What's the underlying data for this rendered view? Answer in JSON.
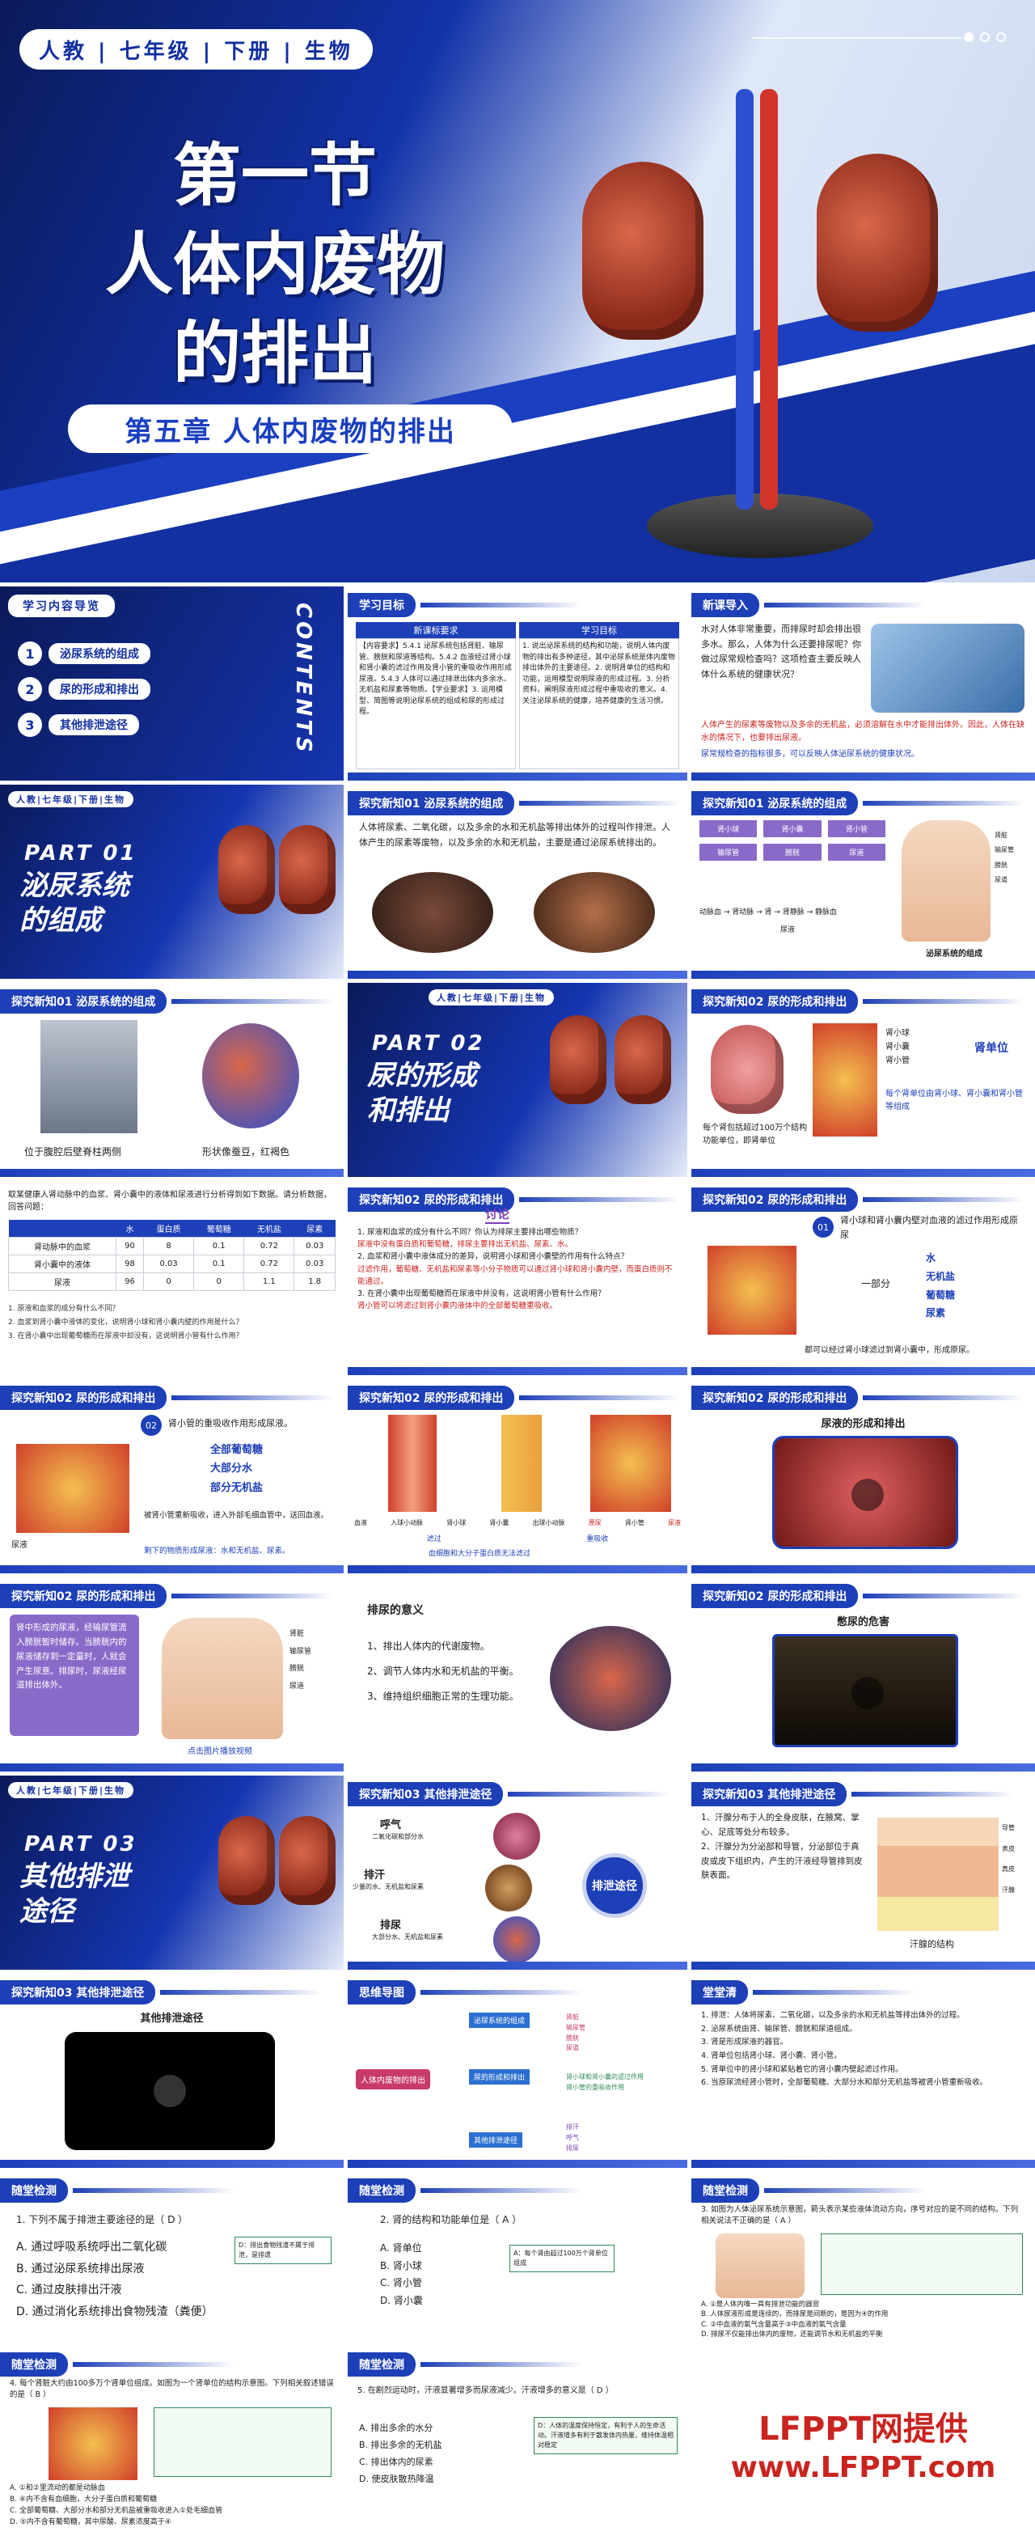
{
  "hero": {
    "tag": "人教 | 七年级 | 下册 | 生物",
    "title_line1": "第一节",
    "title_line2": "人体内废物",
    "title_line3": "的排出",
    "chapter": "第五章  人体内废物的排出"
  },
  "contents": {
    "heading": "学习内容导览",
    "vertical": "CONTENTS",
    "items": [
      {
        "num": "1",
        "label": "泌尿系统的组成"
      },
      {
        "num": "2",
        "label": "尿的形成和排出"
      },
      {
        "num": "3",
        "label": "其他排泄途径"
      }
    ]
  },
  "goals": {
    "tab": "学习目标",
    "col1": "新课标要求",
    "col2": "学习目标",
    "left": "【内容要求】5.4.1 泌尿系统包括肾脏、输尿管、膀胱和尿道等结构。5.4.2 血液经过肾小球和肾小囊的滤过作用及肾小管的重吸收作用形成尿液。5.4.3 人体可以通过排泄出体内多余水、无机盐和尿素等物质。【学业要求】3. 运用模型、简图等说明泌尿系统的组成和尿的形成过程。",
    "right": "1. 说出泌尿系统的结构和功能，说明人体内废物的排出有多种途径，其中泌尿系统是体内废物排出体外的主要途径。2. 说明肾单位的结构和功能，运用模型说明尿液的形成过程。3. 分析资料，阐明尿液形成过程中重吸收的意义。4. 关注泌尿系统的健康，培养健康的生活习惯。"
  },
  "intro": {
    "tab": "新课导入",
    "p1": "水对人体非常重要，而排尿时却会排出很多水。那么，人体为什么还要排尿呢？你做过尿常规检查吗？这项检查主要反映人体什么系统的健康状况？",
    "p2": "人体产生的尿素等废物以及多余的无机盐，必须溶解在水中才能排出体外。因此，人体在缺水的情况下，也要排出尿液。",
    "p3": "尿常规检查的指标很多，可以反映人体泌尿系统的健康状况。"
  },
  "part1": {
    "tag": "人教|七年级|下册|生物",
    "num": "PART 01",
    "title1": "泌尿系统",
    "title2": "的组成"
  },
  "s5": {
    "tab": "探究新知01  泌尿系统的组成",
    "text": "人体将尿素、二氧化碳，以及多余的水和无机盐等排出体外的过程叫作排泄。人体产生的尿素等废物，以及多余的水和无机盐，主要是通过泌尿系统排出的。"
  },
  "s6": {
    "tab": "探究新知01  泌尿系统的组成",
    "boxes": [
      "肾小球",
      "肾小囊",
      "肾小管",
      "输尿管",
      "膀胱",
      "尿道"
    ],
    "labels": [
      "肾脏",
      "输尿管",
      "膀胱",
      "尿道"
    ],
    "flow": "动脉血 → 肾动脉 → 肾 → 肾静脉 → 静脉血",
    "urine": "尿液",
    "caption": "泌尿系统的组成"
  },
  "s7": {
    "tab": "探究新知01  泌尿系统的组成",
    "cap1": "位于腹腔后壁脊柱两侧",
    "cap2": "形状像蚕豆，红褐色"
  },
  "part2": {
    "tag": "人教|七年级|下册|生物",
    "num": "PART 02",
    "title1": "尿的形成",
    "title2": "和排出"
  },
  "s9": {
    "tab": "探究新知02  尿的形成和排出",
    "labels": [
      "肾小球",
      "肾小囊",
      "肾小管"
    ],
    "unit": "肾单位",
    "cap": "每个肾包括超过100万个结构功能单位，即肾单位",
    "cap2": "每个肾单位由肾小球、肾小囊和肾小管等组成"
  },
  "s10": {
    "tab": "探究新知02  尿的形成和排出",
    "intro": "取某健康人肾动脉中的血浆、肾小囊中的液体和尿液进行分析得到如下数据。请分析数据，回答问题：",
    "headers": [
      "",
      "水",
      "蛋白质",
      "葡萄糖",
      "无机盐",
      "尿素"
    ],
    "rows": [
      [
        "肾动脉中的血浆",
        "90",
        "8",
        "0.1",
        "0.72",
        "0.03"
      ],
      [
        "肾小囊中的液体",
        "98",
        "0.03",
        "0.1",
        "0.72",
        "0.03"
      ],
      [
        "尿液",
        "96",
        "0",
        "0",
        "1.1",
        "1.8"
      ]
    ],
    "q1": "1. 原液和血浆的成分有什么不同？",
    "q2": "2. 血浆到肾小囊中液体的变化，说明肾小球和肾小囊内壁的作用是什么？",
    "q3": "3. 在肾小囊中出现葡萄糖而在尿液中却没有，这说明肾小管有什么作用？"
  },
  "s11": {
    "tab": "探究新知02  尿的形成和排出",
    "disc": "讨论",
    "q1": "1. 尿液和血浆的成分有什么不同？你认为排尿主要排出哪些物质？",
    "a1": "尿液中没有蛋白质和葡萄糖，排尿主要排出无机盐、尿素、水。",
    "q2": "2. 血浆和肾小囊中液体成分的差异，说明肾小球和肾小囊壁的作用有什么特点？",
    "a2": "过滤作用，葡萄糖、无机盐和尿素等小分子物质可以通过肾小球和肾小囊内壁，而蛋白质则不能通过。",
    "q3": "3. 在肾小囊中出现葡萄糖而在尿液中并没有，这说明肾小管有什么作用？",
    "a3": "肾小管可以将滤过到肾小囊内液体中的全部葡萄糖重吸收。"
  },
  "s12": {
    "tab": "探究新知02  尿的形成和排出",
    "num": "01",
    "text": "肾小球和肾小囊内壁对血液的滤过作用形成原尿",
    "part": "一部分",
    "items": [
      "水",
      "无机盐",
      "葡萄糖",
      "尿素"
    ],
    "foot": "都可以经过肾小球滤过到肾小囊中，形成原尿。"
  },
  "s13": {
    "tab": "探究新知02  尿的形成和排出",
    "num": "02",
    "text": "肾小管的重吸收作用形成尿液。",
    "items": [
      "全部葡萄糖",
      "大部分水",
      "部分无机盐"
    ],
    "foot": "被肾小管重新吸收，进入外部毛细血管中，送回血液。",
    "foot2": "剩下的物质形成尿液：水和无机盐、尿素。",
    "label_urine": "尿液"
  },
  "s14": {
    "tab": "探究新知02  尿的形成和排出",
    "labels": [
      "血液",
      "入球小动脉",
      "肾小球",
      "肾小囊",
      "出球小动脉",
      "原尿",
      "肾小管",
      "尿液",
      "滤过",
      "重吸收"
    ],
    "note": "血细胞和大分子蛋白质无法滤过"
  },
  "s15": {
    "tab": "探究新知02  尿的形成和排出",
    "title": "尿液的形成和排出"
  },
  "s16": {
    "tab": "探究新知02  尿的形成和排出",
    "text": "肾中形成的尿液，经输尿管流入膀胱暂时储存。当膀胱内的尿液储存到一定量时，人就会产生尿意。排尿时，尿液经尿道排出体外。",
    "labels": [
      "肾脏",
      "输尿管",
      "膀胱",
      "尿道"
    ],
    "link": "点击图片播放视频"
  },
  "s17": {
    "tab": "探究新知02  尿的形成和排出",
    "title": "排尿的意义",
    "items": [
      "1、排出人体内的代谢废物。",
      "2、调节人体内水和无机盐的平衡。",
      "3、维持组织细胞正常的生理功能。"
    ]
  },
  "s18": {
    "tab": "探究新知02  尿的形成和排出",
    "title": "憋尿的危害"
  },
  "part3": {
    "tag": "人教|七年级|下册|生物",
    "num": "PART 03",
    "title1": "其他排泄",
    "title2": "途径"
  },
  "s20": {
    "tab": "探究新知03  其他排泄途径",
    "center": "排泄途径",
    "w1": "呼气",
    "w1s": "二氧化碳和部分水",
    "w2": "排汗",
    "w2s": "少量的水、无机盐和尿素",
    "w3": "排尿",
    "w3s": "大部分水、无机盐和尿素"
  },
  "s21": {
    "tab": "探究新知03  其他排泄途径",
    "p1": "1、汗腺分布于人的全身皮肤，在腋窝、掌心、足底等处分布较多。",
    "p2": "2、汗腺分为分泌部和导管，分泌部位于真皮或皮下组织内，产生的汗液经导管排到皮肤表面。",
    "cap": "汗腺的结构",
    "labels": [
      "导管",
      "表皮",
      "真皮",
      "汗腺"
    ]
  },
  "s22": {
    "tab": "探究新知03  其他排泄途径",
    "title": "其他排泄途径"
  },
  "s23": {
    "tab": "思维导图",
    "center": "人体内废物的排出",
    "nodes": [
      "泌尿系统的组成",
      "尿的形成和排出",
      "其他排泄途径",
      "肾脏",
      "输尿管",
      "膀胱",
      "尿道",
      "肾小球和肾小囊的滤过作用",
      "肾小管的重吸收作用",
      "排汗",
      "呼气",
      "排尿"
    ]
  },
  "s24": {
    "tab": "堂堂清",
    "lines": [
      "1. 排泄：人体将尿素、二氧化碳，以及多余的水和无机盐等排出体外的过程。",
      "2. 泌尿系统由肾、输尿管、膀胱和尿道组成。",
      "3. 肾是形成尿液的器官。",
      "4. 肾单位包括肾小球、肾小囊、肾小管。",
      "5. 肾单位中的肾小球和紧贴着它的肾小囊内壁起滤过作用。",
      "6. 当原尿流经肾小管时，全部葡萄糖、大部分水和部分无机盐等被肾小管重新吸收。"
    ]
  },
  "s25": {
    "tab": "随堂检测",
    "q": "1. 下列不属于排泄主要途径的是（ D ）",
    "opts": [
      "A. 通过呼吸系统呼出二氧化碳",
      "B. 通过泌尿系统排出尿液",
      "C. 通过皮肤排出汗液",
      "D. 通过消化系统排出食物残渣（粪便）"
    ],
    "note": "D：排出食物残渣不属于排泄，是排遗"
  },
  "s26": {
    "tab": "随堂检测",
    "q": "2. 肾的结构和功能单位是（ A ）",
    "opts": [
      "A. 肾单位",
      "B. 肾小球",
      "C. 肾小管",
      "D. 肾小囊"
    ],
    "note": "A：每个肾由超过100万个肾单位组成"
  },
  "s27": {
    "tab": "随堂检测",
    "q": "3. 如图为人体泌尿系统示意图，箭头表示某些液体流动方向，序号对应的是不同的结构。下列相关说法不正确的是（ A ）",
    "opts": [
      "A. ①是人体内唯一具有排泄功能的器官",
      "B. 人体尿液形成是连续的，而排尿是间断的，是因为④的作用",
      "C. ②中血液的氧气含量高于③中血液的氧气含量",
      "D. 排尿不仅能排出体内的废物，还能调节水和无机盐的平衡"
    ]
  },
  "s28": {
    "tab": "随堂检测",
    "q": "4. 每个肾脏大约由100多万个肾单位组成。如图为一个肾单位的结构示意图。下列相关叙述错误的是（ B ）",
    "opts": [
      "A. ①和②里流动的都是动脉血",
      "B. ④内不含有血细胞，大分子蛋白质和葡萄糖",
      "C. 全部葡萄糖、大部分水和部分无机盐被重吸收进入①处毛细血管",
      "D. ⑤内不含有葡萄糖，其中尿酸、尿素浓度高于④"
    ]
  },
  "s29": {
    "tab": "随堂检测",
    "q": "5. 在剧烈运动时，汗液显著增多而尿液减少。汗液增多的意义是（ D ）",
    "opts": [
      "A. 排出多余的水分",
      "B. 排出多余的无机盐",
      "C. 排出体内的尿素",
      "D. 使皮肤散热降温"
    ],
    "note": "D：人体的温度保持恒定，有利于人的生命活动。汗液增多有利于散发体内热量，维持体温相对稳定"
  },
  "brand": {
    "line1": "LFPPT网提供",
    "line2": "www.LFPPT.com"
  }
}
